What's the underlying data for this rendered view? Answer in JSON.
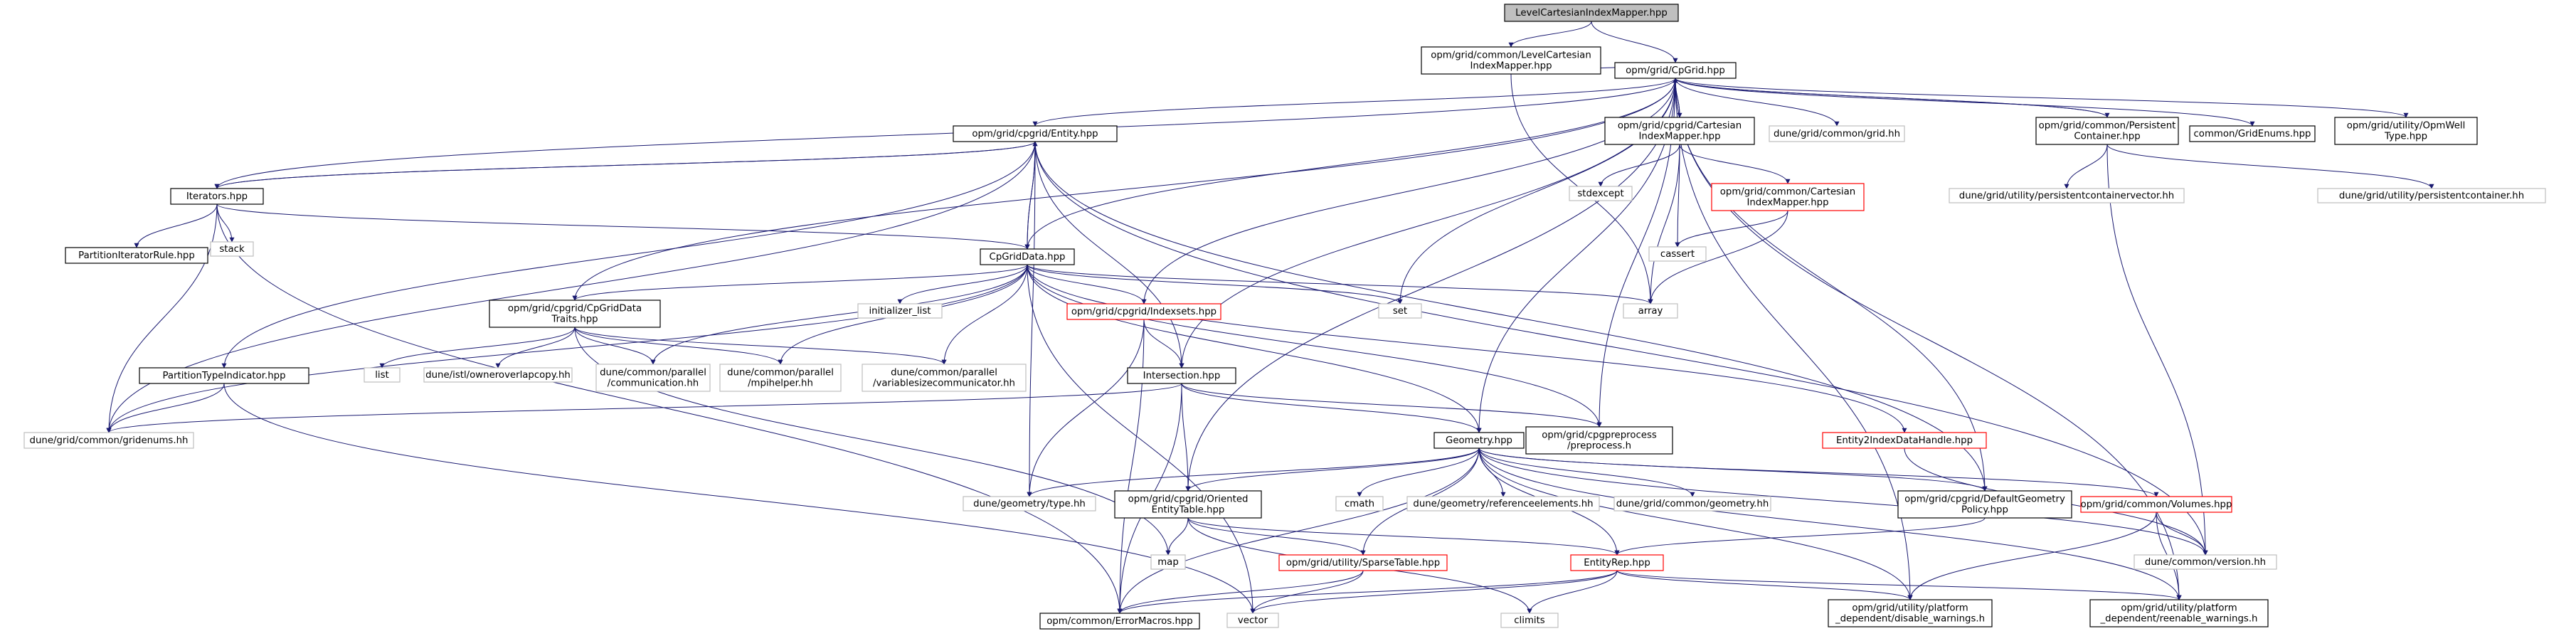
{
  "graph": {
    "colors": {
      "edge": "#191970",
      "edge_gray": "#808080",
      "text": "#000000",
      "box_black": "#000000",
      "box_gray": "#bfbfbf",
      "box_red": "#ff0000",
      "root_fill": "#bfbfbf"
    },
    "nodes": [
      {
        "id": "root",
        "lines": [
          "LevelCartesianIndexMapper.hpp"
        ],
        "style": "root"
      },
      {
        "id": "levelcim",
        "lines": [
          "opm/grid/common/LevelCartesian",
          "IndexMapper.hpp"
        ],
        "style": "black"
      },
      {
        "id": "cpgrid",
        "lines": [
          "opm/grid/CpGrid.hpp"
        ],
        "style": "black"
      },
      {
        "id": "entity",
        "lines": [
          "opm/grid/cpgrid/Entity.hpp"
        ],
        "style": "black"
      },
      {
        "id": "cpgrid_cim",
        "lines": [
          "opm/grid/cpgrid/Cartesian",
          "IndexMapper.hpp"
        ],
        "style": "black"
      },
      {
        "id": "dune_grid",
        "lines": [
          "dune/grid/common/grid.hh"
        ],
        "style": "gray"
      },
      {
        "id": "persist",
        "lines": [
          "opm/grid/common/Persistent",
          "Container.hpp"
        ],
        "style": "black"
      },
      {
        "id": "gridenums_top",
        "lines": [
          "common/GridEnums.hpp"
        ],
        "style": "black"
      },
      {
        "id": "opmwell",
        "lines": [
          "opm/grid/utility/OpmWell",
          "Type.hpp"
        ],
        "style": "black"
      },
      {
        "id": "iterators",
        "lines": [
          "Iterators.hpp"
        ],
        "style": "black"
      },
      {
        "id": "stack",
        "lines": [
          "stack"
        ],
        "style": "gray"
      },
      {
        "id": "partiter",
        "lines": [
          "PartitionIteratorRule.hpp"
        ],
        "style": "black"
      },
      {
        "id": "stdexcept",
        "lines": [
          "stdexcept"
        ],
        "style": "gray"
      },
      {
        "id": "common_cim",
        "lines": [
          "opm/grid/common/Cartesian",
          "IndexMapper.hpp"
        ],
        "style": "red"
      },
      {
        "id": "pcvector",
        "lines": [
          "dune/grid/utility/persistentcontainervector.hh"
        ],
        "style": "gray"
      },
      {
        "id": "pcont",
        "lines": [
          "dune/grid/utility/persistentcontainer.hh"
        ],
        "style": "gray"
      },
      {
        "id": "cassert",
        "lines": [
          "cassert"
        ],
        "style": "gray"
      },
      {
        "id": "cpgriddata",
        "lines": [
          "CpGridData.hpp"
        ],
        "style": "black"
      },
      {
        "id": "initlist",
        "lines": [
          "initializer_list"
        ],
        "style": "gray"
      },
      {
        "id": "set",
        "lines": [
          "set"
        ],
        "style": "gray"
      },
      {
        "id": "array",
        "lines": [
          "array"
        ],
        "style": "gray"
      },
      {
        "id": "traits",
        "lines": [
          "opm/grid/cpgrid/CpGridData",
          "Traits.hpp"
        ],
        "style": "black"
      },
      {
        "id": "indexsets",
        "lines": [
          "opm/grid/cpgrid/Indexsets.hpp"
        ],
        "style": "red"
      },
      {
        "id": "list",
        "lines": [
          "list"
        ],
        "style": "gray"
      },
      {
        "id": "owneroverlap",
        "lines": [
          "dune/istl/owneroverlapcopy.hh"
        ],
        "style": "gray"
      },
      {
        "id": "communication",
        "lines": [
          "dune/common/parallel",
          "/communication.hh"
        ],
        "style": "gray"
      },
      {
        "id": "mpihelper",
        "lines": [
          "dune/common/parallel",
          "/mpihelper.hh"
        ],
        "style": "gray"
      },
      {
        "id": "varsize",
        "lines": [
          "dune/common/parallel",
          "/variablesizecommunicator.hh"
        ],
        "style": "gray"
      },
      {
        "id": "parttype",
        "lines": [
          "PartitionTypeIndicator.hpp"
        ],
        "style": "black"
      },
      {
        "id": "gridenums",
        "lines": [
          "dune/grid/common/gridenums.hh"
        ],
        "style": "gray"
      },
      {
        "id": "intersection",
        "lines": [
          "Intersection.hpp"
        ],
        "style": "black"
      },
      {
        "id": "preprocess",
        "lines": [
          "opm/grid/cpgpreprocess",
          "/preprocess.h"
        ],
        "style": "black"
      },
      {
        "id": "e2idh",
        "lines": [
          "Entity2IndexDataHandle.hpp"
        ],
        "style": "red"
      },
      {
        "id": "geometry",
        "lines": [
          "Geometry.hpp"
        ],
        "style": "black"
      },
      {
        "id": "geomtype",
        "lines": [
          "dune/geometry/type.hh"
        ],
        "style": "gray"
      },
      {
        "id": "oriented",
        "lines": [
          "opm/grid/cpgrid/Oriented",
          "EntityTable.hpp"
        ],
        "style": "black"
      },
      {
        "id": "cmath",
        "lines": [
          "cmath"
        ],
        "style": "gray"
      },
      {
        "id": "refelems",
        "lines": [
          "dune/geometry/referenceelements.hh"
        ],
        "style": "gray"
      },
      {
        "id": "dunegeom",
        "lines": [
          "dune/grid/common/geometry.hh"
        ],
        "style": "gray"
      },
      {
        "id": "defgeom",
        "lines": [
          "opm/grid/cpgrid/DefaultGeometry",
          "Policy.hpp"
        ],
        "style": "black"
      },
      {
        "id": "volumes",
        "lines": [
          "opm/grid/common/Volumes.hpp"
        ],
        "style": "red"
      },
      {
        "id": "map",
        "lines": [
          "map"
        ],
        "style": "gray"
      },
      {
        "id": "sparse",
        "lines": [
          "opm/grid/utility/SparseTable.hpp"
        ],
        "style": "red"
      },
      {
        "id": "entityrep",
        "lines": [
          "EntityRep.hpp"
        ],
        "style": "red"
      },
      {
        "id": "version",
        "lines": [
          "dune/common/version.hh"
        ],
        "style": "gray"
      },
      {
        "id": "climits",
        "lines": [
          "climits"
        ],
        "style": "gray"
      },
      {
        "id": "vector",
        "lines": [
          "vector"
        ],
        "style": "gray"
      },
      {
        "id": "errormacros",
        "lines": [
          "opm/common/ErrorMacros.hpp"
        ],
        "style": "black"
      },
      {
        "id": "disablew",
        "lines": [
          "opm/grid/utility/platform",
          "_dependent/disable_warnings.h"
        ],
        "style": "black"
      },
      {
        "id": "reenablew",
        "lines": [
          "opm/grid/utility/platform",
          "_dependent/reenable_warnings.h"
        ],
        "style": "black"
      }
    ],
    "edges": [
      [
        "root",
        "levelcim"
      ],
      [
        "root",
        "cpgrid"
      ],
      [
        "levelcim",
        "cpgrid"
      ],
      [
        "levelcim",
        "array"
      ],
      [
        "cpgrid",
        "entity"
      ],
      [
        "cpgrid",
        "cpgrid_cim"
      ],
      [
        "cpgrid",
        "dune_grid"
      ],
      [
        "cpgrid",
        "persist"
      ],
      [
        "cpgrid",
        "gridenums_top"
      ],
      [
        "cpgrid",
        "opmwell"
      ],
      [
        "cpgrid",
        "iterators"
      ],
      [
        "cpgrid",
        "cpgriddata"
      ],
      [
        "cpgrid",
        "traits"
      ],
      [
        "cpgrid",
        "indexsets"
      ],
      [
        "cpgrid",
        "set"
      ],
      [
        "cpgrid",
        "intersection"
      ],
      [
        "cpgrid",
        "geometry"
      ],
      [
        "cpgrid",
        "oriented"
      ],
      [
        "cpgrid",
        "defgeom"
      ],
      [
        "cpgrid",
        "preprocess"
      ],
      [
        "cpgrid",
        "disablew"
      ],
      [
        "cpgrid",
        "reenablew"
      ],
      [
        "cpgrid_cim",
        "cpgrid"
      ],
      [
        "cpgrid_cim",
        "stdexcept"
      ],
      [
        "cpgrid_cim",
        "common_cim"
      ],
      [
        "cpgrid_cim",
        "cassert"
      ],
      [
        "cpgrid_cim",
        "array"
      ],
      [
        "common_cim",
        "cassert"
      ],
      [
        "common_cim",
        "array"
      ],
      [
        "persist",
        "cpgrid"
      ],
      [
        "persist",
        "pcvector"
      ],
      [
        "persist",
        "pcont"
      ],
      [
        "persist",
        "version"
      ],
      [
        "entity",
        "iterators"
      ],
      [
        "entity",
        "cpgriddata"
      ],
      [
        "entity",
        "parttype"
      ],
      [
        "entity",
        "intersection"
      ],
      [
        "entity",
        "gridenums"
      ],
      [
        "entity",
        "geomtype"
      ],
      [
        "entity",
        "version"
      ],
      [
        "entity",
        "defgeom"
      ],
      [
        "iterators",
        "entity"
      ],
      [
        "iterators",
        "stack"
      ],
      [
        "iterators",
        "partiter"
      ],
      [
        "iterators",
        "cpgriddata"
      ],
      [
        "iterators",
        "gridenums"
      ],
      [
        "iterators",
        "errormacros"
      ],
      [
        "cpgriddata",
        "entity"
      ],
      [
        "cpgriddata",
        "initlist"
      ],
      [
        "cpgriddata",
        "set"
      ],
      [
        "cpgriddata",
        "array"
      ],
      [
        "cpgriddata",
        "traits"
      ],
      [
        "cpgriddata",
        "indexsets"
      ],
      [
        "cpgriddata",
        "communication"
      ],
      [
        "cpgriddata",
        "mpihelper"
      ],
      [
        "cpgriddata",
        "varsize"
      ],
      [
        "cpgriddata",
        "gridenums"
      ],
      [
        "cpgriddata",
        "e2idh"
      ],
      [
        "cpgriddata",
        "geometry"
      ],
      [
        "cpgriddata",
        "preprocess"
      ],
      [
        "cpgriddata",
        "vector"
      ],
      [
        "traits",
        "list"
      ],
      [
        "traits",
        "owneroverlap"
      ],
      [
        "traits",
        "communication"
      ],
      [
        "traits",
        "mpihelper"
      ],
      [
        "traits",
        "varsize"
      ],
      [
        "traits",
        "map"
      ],
      [
        "indexsets",
        "intersection"
      ],
      [
        "indexsets",
        "geomtype"
      ],
      [
        "indexsets",
        "errormacros"
      ],
      [
        "parttype",
        "gridenums"
      ],
      [
        "parttype",
        "vector"
      ],
      [
        "intersection",
        "gridenums"
      ],
      [
        "intersection",
        "geometry"
      ],
      [
        "intersection",
        "oriented"
      ],
      [
        "intersection",
        "preprocess"
      ],
      [
        "intersection",
        "errormacros"
      ],
      [
        "e2idh",
        "version"
      ],
      [
        "geometry",
        "geomtype"
      ],
      [
        "geometry",
        "oriented"
      ],
      [
        "geometry",
        "cmath"
      ],
      [
        "geometry",
        "refelems"
      ],
      [
        "geometry",
        "dunegeom"
      ],
      [
        "geometry",
        "defgeom"
      ],
      [
        "geometry",
        "volumes"
      ],
      [
        "geometry",
        "sparse"
      ],
      [
        "geometry",
        "entityrep"
      ],
      [
        "geometry",
        "errormacros"
      ],
      [
        "geometry",
        "version"
      ],
      [
        "geometry",
        "disablew"
      ],
      [
        "geometry",
        "reenablew"
      ],
      [
        "oriented",
        "map"
      ],
      [
        "oriented",
        "sparse"
      ],
      [
        "oriented",
        "entityrep"
      ],
      [
        "oriented",
        "climits"
      ],
      [
        "defgeom",
        "entityrep"
      ],
      [
        "volumes",
        "version"
      ],
      [
        "volumes",
        "disablew"
      ],
      [
        "volumes",
        "reenablew"
      ],
      [
        "sparse",
        "errormacros"
      ],
      [
        "sparse",
        "vector"
      ],
      [
        "entityrep",
        "climits"
      ],
      [
        "entityrep",
        "vector"
      ],
      [
        "entityrep",
        "errormacros"
      ],
      [
        "entityrep",
        "disablew"
      ],
      [
        "entityrep",
        "reenablew"
      ]
    ]
  }
}
